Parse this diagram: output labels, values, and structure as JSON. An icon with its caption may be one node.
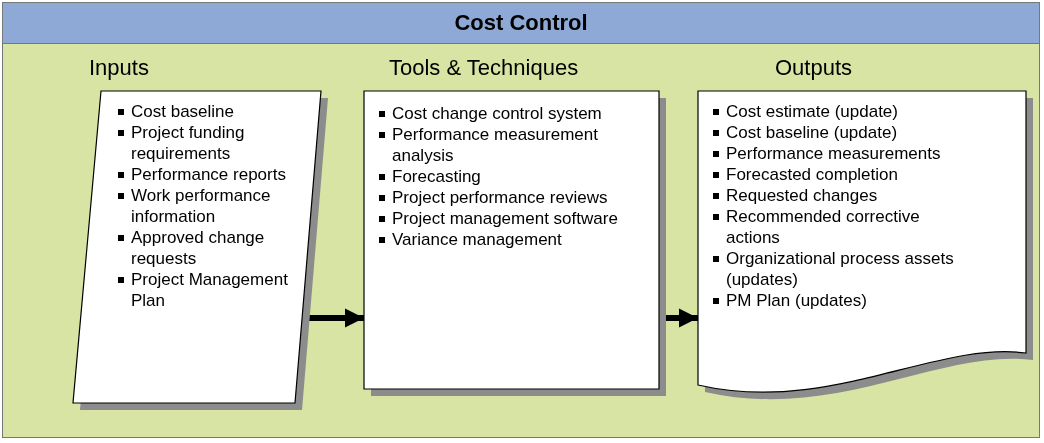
{
  "diagram": {
    "nodes": [
      {
        "text": [
          "Cost Control"
        ]
      },
      {
        "text": [
          "Inputs",
          "Cost baseline",
          "Project funding requirements",
          "Performance reports",
          "Work performance information",
          "Approved change requests",
          "Project Management Plan"
        ],
        "in": 0
      },
      {
        "text": [
          "Tools & Techniques",
          "Cost change control system",
          "Performance measurement analysis",
          "Forecasting",
          "Project performance reviews",
          "Project management software",
          "Variance management"
        ],
        "in": 0
      },
      {
        "text": [
          "Outputs",
          "Cost estimate (update)",
          "Cost baseline (update)",
          "Performance measurements",
          "Forecasted completion",
          "Requested changes",
          "Recommended corrective actions",
          "Organizational process assets (updates)",
          "PM Plan (updates)"
        ],
        "in": 0
      }
    ],
    "edges": [
      {
        "from": 1,
        "to": 2,
        "arrow": "to"
      },
      {
        "from": 2,
        "to": 3,
        "arrow": "to"
      }
    ]
  }
}
